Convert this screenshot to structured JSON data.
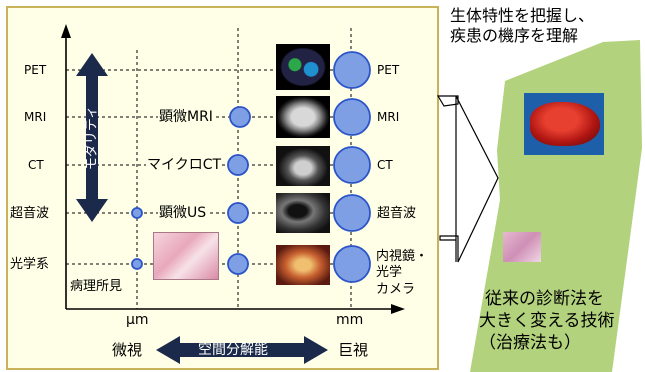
{
  "modality_arrow": {
    "label": "モダリティ"
  },
  "modalities": [
    "PET",
    "MRI",
    "CT",
    "超音波",
    "光学系"
  ],
  "pathology_label": "病理所見",
  "scale_axis": {
    "micro_unit": "μm",
    "macro_unit": "mm"
  },
  "resolution_arrow": {
    "label": "空間分解能",
    "left_end": "微視",
    "right_end": "巨視"
  },
  "mid_labels": {
    "mri": "顕微MRI",
    "ct": "マイクロCT",
    "us": "顕微US"
  },
  "right_labels": {
    "pet": "PET",
    "mri": "MRI",
    "ct": "CT",
    "us": "超音波",
    "optical": [
      "内視鏡・",
      "光学",
      "カメラ"
    ]
  },
  "goal_text": [
    "生体特性を把握し、",
    "疾患の機序を理解"
  ],
  "impact_text": [
    "従来の診断法を",
    "大きく変える技術",
    "（治療法も）"
  ],
  "colors": {
    "panel_bg": "#ffffe8",
    "panel_border": "#c8b25a",
    "circle_fill": "#7f9fe4",
    "circle_stroke": "#2b55c8",
    "arrow_dark": "#1b2a4a",
    "green": "#b3d27d"
  }
}
